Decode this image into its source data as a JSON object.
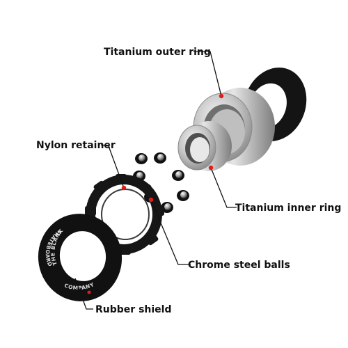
{
  "labels": {
    "outer_ring": "Titanium outer ring",
    "inner_ring": "Titanium inner ring",
    "retainer": "Nylon retainer",
    "balls": "Chrome steel balls",
    "shield": "Rubber shield"
  },
  "shield_print": {
    "top": "THE BLANK",
    "left": "SKATEBOARD",
    "right": "COMPANY"
  },
  "colors": {
    "accent_dot": "#e01b1b",
    "rubber": "#111111",
    "titanium": "#c8c8c8",
    "leader_line": "#111111"
  }
}
